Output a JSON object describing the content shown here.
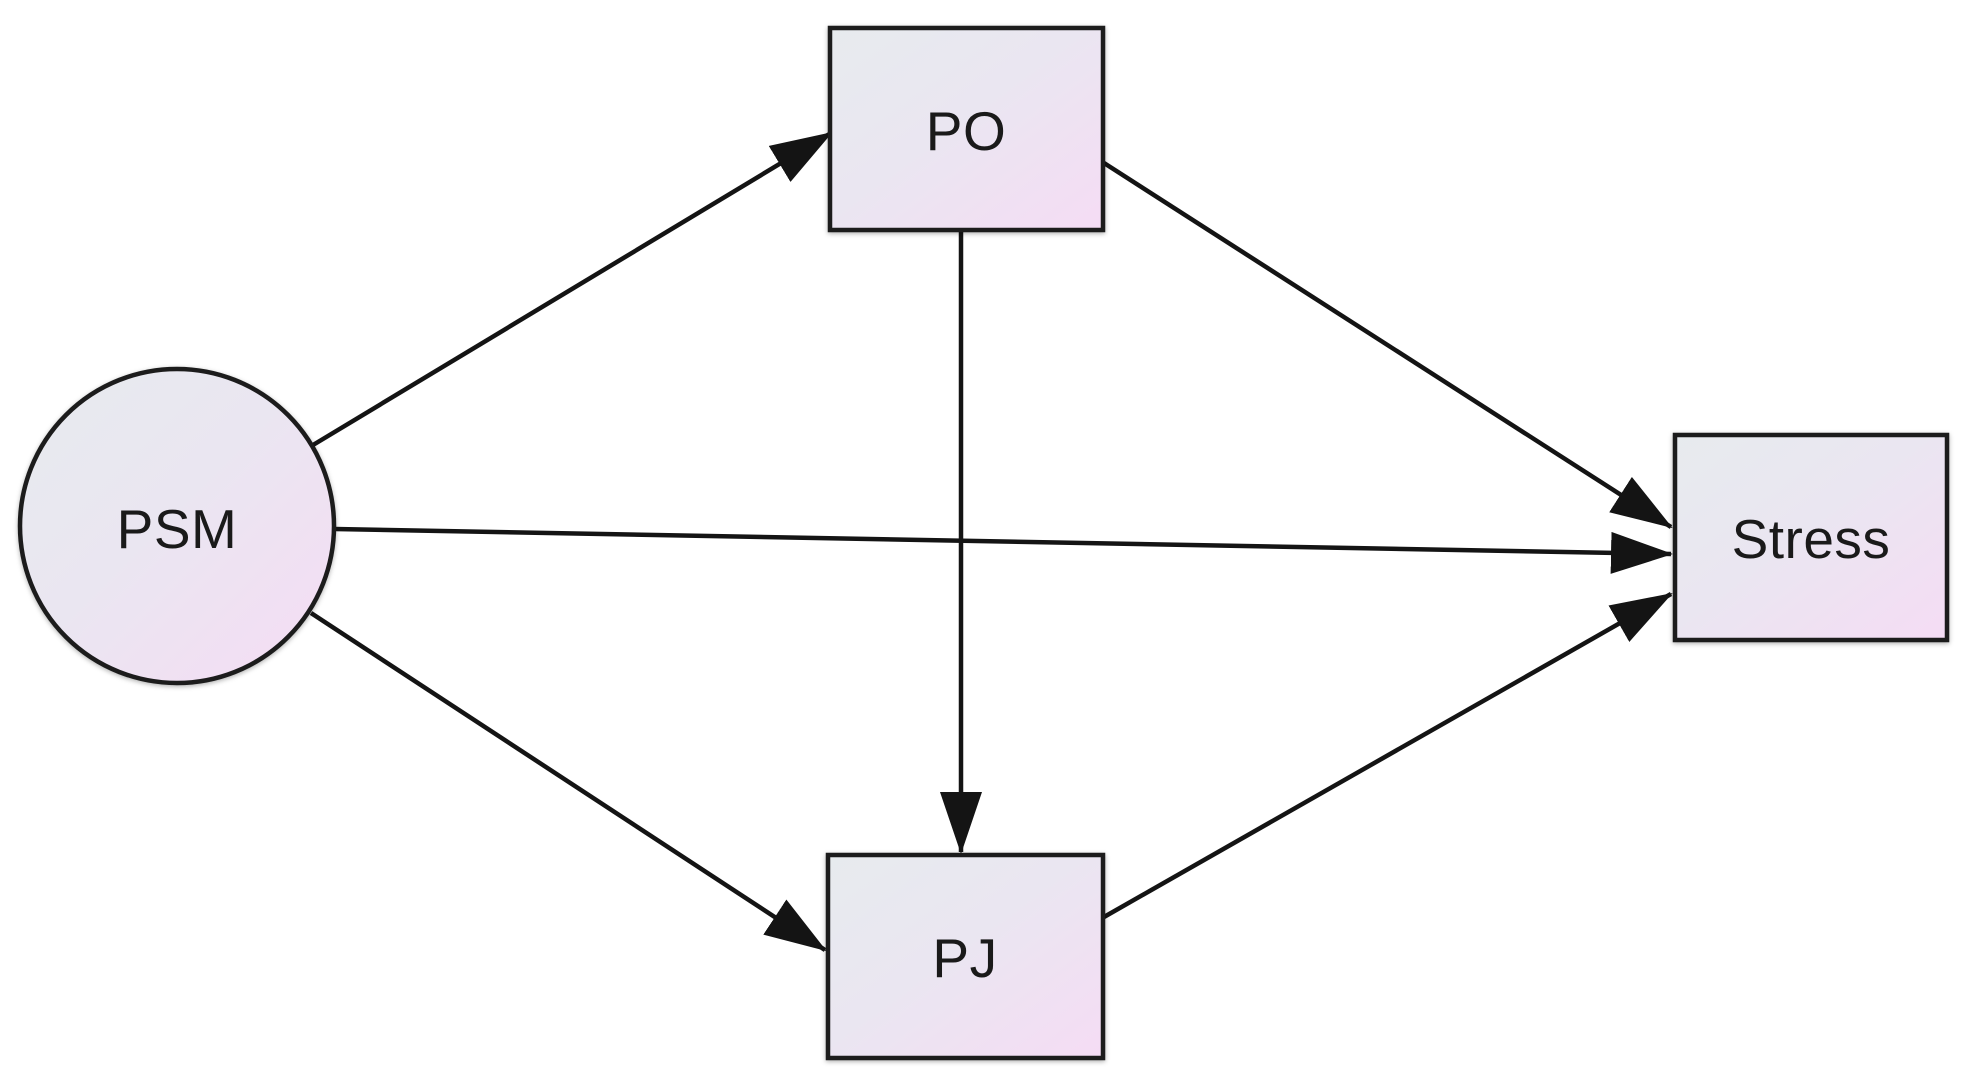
{
  "diagram": {
    "nodes": [
      {
        "id": "psm",
        "label": "PSM",
        "shape": "circle"
      },
      {
        "id": "po",
        "label": "PO",
        "shape": "rectangle"
      },
      {
        "id": "pj",
        "label": "PJ",
        "shape": "rectangle"
      },
      {
        "id": "stress",
        "label": "Stress",
        "shape": "rectangle"
      }
    ],
    "edges": [
      {
        "from": "PSM",
        "to": "PO"
      },
      {
        "from": "PSM",
        "to": "Stress"
      },
      {
        "from": "PSM",
        "to": "PJ"
      },
      {
        "from": "PO",
        "to": "PJ"
      },
      {
        "from": "PO",
        "to": "Stress"
      },
      {
        "from": "PJ",
        "to": "Stress"
      }
    ],
    "colors": {
      "background": "#ffffff",
      "node_fill_start": "#e7ebee",
      "node_fill_mid": "#eae6f1",
      "node_fill_end": "#f5dcf4",
      "node_border": "#1b1b1b",
      "edge": "#141414",
      "label": "#1a1a1a"
    }
  }
}
